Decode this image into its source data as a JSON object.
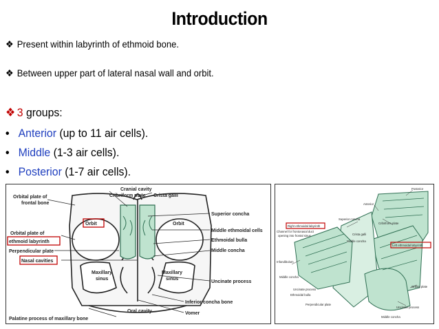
{
  "title": "Introduction",
  "bullets": {
    "b1": "Present within labyrinth of ethmoid bone.",
    "b2": "Between upper part of lateral nasal wall and orbit.",
    "groups_num": "3",
    "groups_text": " groups:",
    "anterior_name": "Anterior",
    "anterior_rest": " (up to 11 air cells).",
    "middle_name": "Middle",
    "middle_rest": " (1-3 air cells).",
    "posterior_name": "Posterior",
    "posterior_rest": " (1-7 air cells)."
  },
  "figure_left": {
    "labels": {
      "cranial_cavity": "Cranial cavity",
      "cribriform_plate": "Cribriform plate",
      "crista_galli": "Crista galli",
      "orbital_plate_frontal_1": "Orbital plate of",
      "orbital_plate_frontal_2": "frontal bone",
      "orbit_left": "Orbit",
      "orbit_right": "Orbit",
      "orbital_plate_ethmoid_1": "Orbital plate of",
      "orbital_plate_ethmoid_2": "ethmoid labyrinth",
      "perpendicular_plate": "Perpendicular plate",
      "nasal_cavities": "Nasal cavities",
      "superior_concha": "Superior concha",
      "middle_ethmoidal_cells": "Middle ethmoidal cells",
      "ethmoidal_bulla": "Ethmoidal bulla",
      "middle_concha": "Middle concha",
      "maxillary_sinus_l1": "Maxillary",
      "maxillary_sinus_l2": "sinus",
      "maxillary_sinus_r1": "Maxillary",
      "maxillary_sinus_r2": "sinus",
      "uncinate_process": "Uncinate process",
      "oral_cavity": "Oral cavity",
      "inferior_concha_bone": "Inferior concha bone",
      "vomer": "Vomer",
      "palatine_process": "Palatine process of maxillary bone"
    }
  },
  "figure_right": {
    "labels": {
      "posterior": "Posterior",
      "anterior": "Anterior",
      "superior_concha": "Superior concha",
      "cribriform_plate": "Cribriform plate",
      "right_ethmoidal_labyrinth": "Right ethmoidal labyrinth",
      "channel_1": "Channel for frontonasal duct",
      "channel_2": "opening into frontal sinus",
      "crista_galli": "Crista galli",
      "middle_concha": "Middle concha",
      "left_ethmoidal_labyrinth": "Left ethmoidal labyrinth",
      "infundibulum": "Infundibulum",
      "middle_concha_2": "Middle concha",
      "uncinate_process": "Uncinate process",
      "ethmoidal_bulla": "Ethmoidal bulla",
      "orbital_plate": "Orbital plate",
      "perpendicular_plate": "Perpendicular plate",
      "uncinate_process_2": "Uncinate process",
      "middle_concha_3": "Middle concha"
    }
  },
  "colors": {
    "blue": "#1f3fbf",
    "red": "#c00000",
    "green_fill": "#bfe3cf",
    "green_stroke": "#2e6e52"
  }
}
